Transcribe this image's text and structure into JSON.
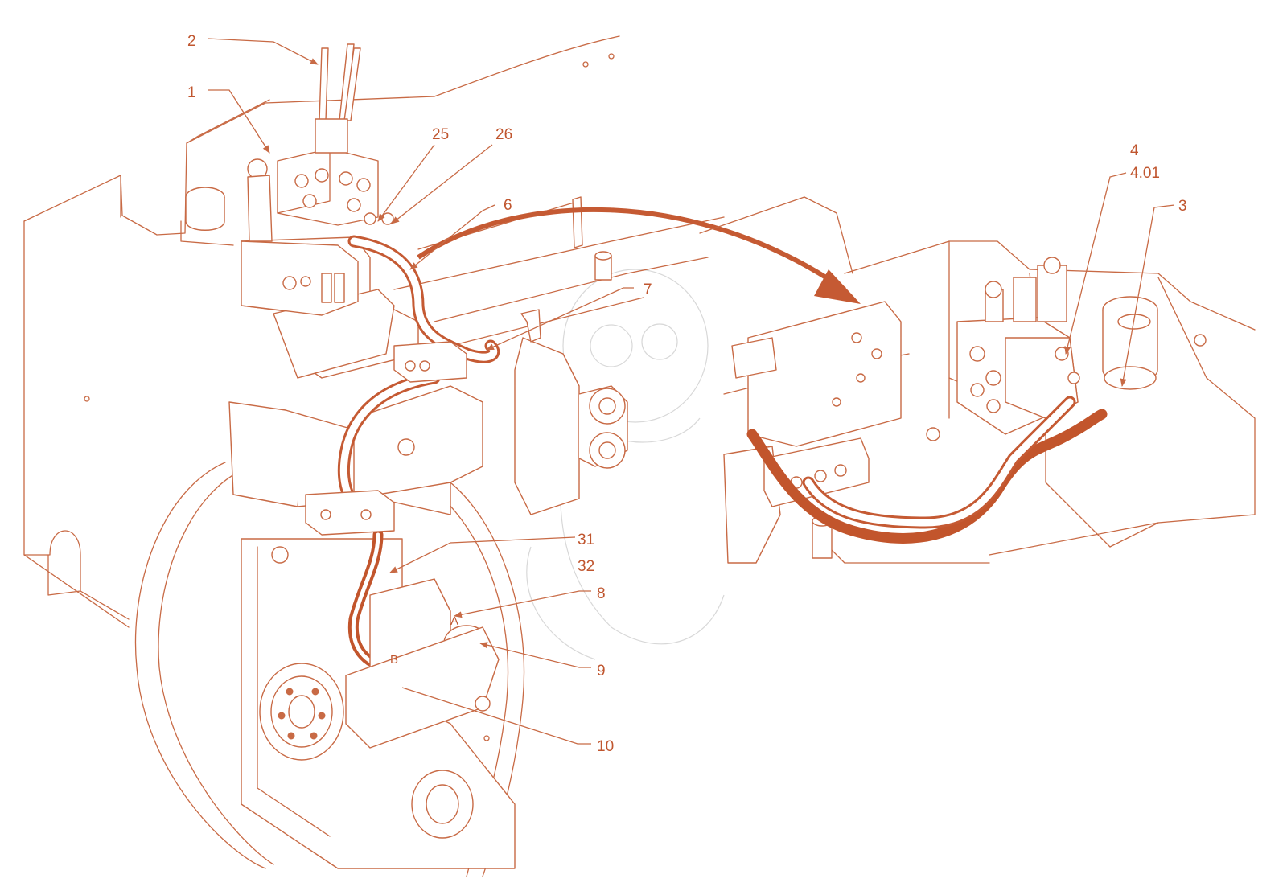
{
  "diagram": {
    "accent_color": "#c86a45",
    "hose_color": "#c2552c",
    "callouts": [
      {
        "id": "c1",
        "text": "1"
      },
      {
        "id": "c2",
        "text": "2"
      },
      {
        "id": "c25",
        "text": "25"
      },
      {
        "id": "c26",
        "text": "26"
      },
      {
        "id": "c6",
        "text": "6"
      },
      {
        "id": "c7",
        "text": "7"
      },
      {
        "id": "c31",
        "text": "31"
      },
      {
        "id": "c32",
        "text": "32"
      },
      {
        "id": "c8",
        "text": "8"
      },
      {
        "id": "c9",
        "text": "9"
      },
      {
        "id": "c10",
        "text": "10"
      },
      {
        "id": "c4",
        "text": "4"
      },
      {
        "id": "c401",
        "text": "4.01"
      },
      {
        "id": "c3",
        "text": "3"
      }
    ],
    "port_labels": {
      "a": "A",
      "b": "B"
    }
  }
}
